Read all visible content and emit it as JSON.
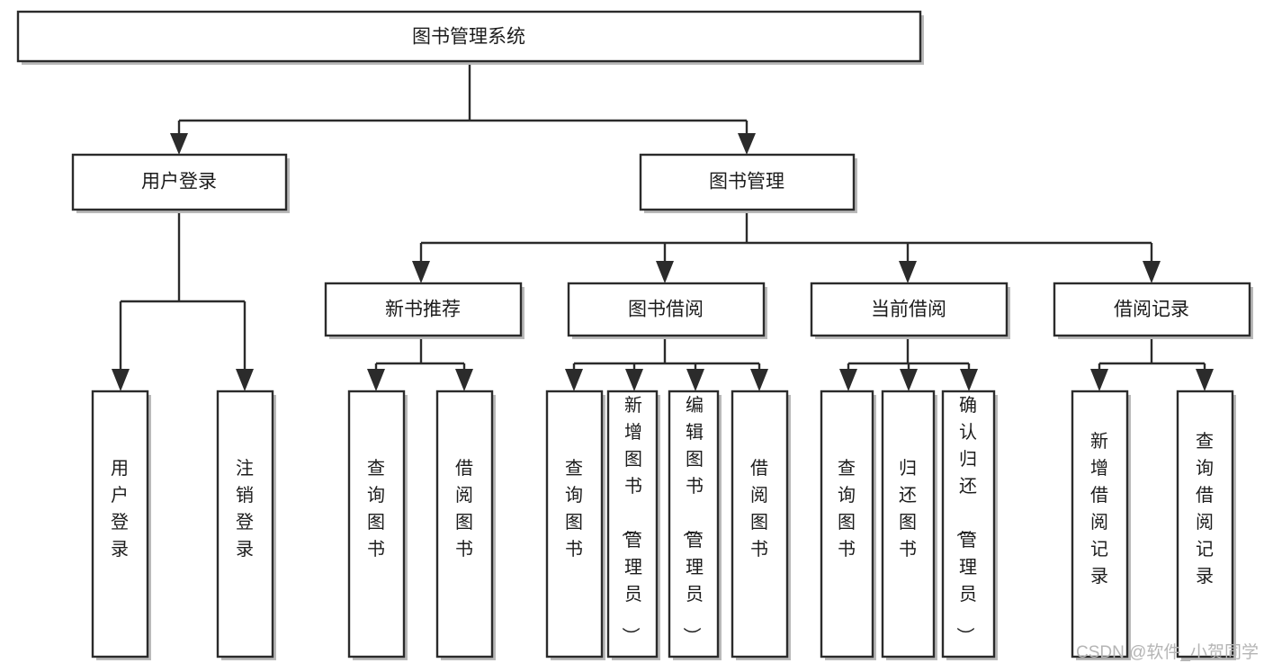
{
  "diagram": {
    "title": "图书管理系统",
    "type": "hierarchy-tree",
    "watermark": "CSDN @软件_小贺同学",
    "colors": {
      "stroke": "#2b2b2b",
      "fill": "#ffffff",
      "text": "#1c1c1c",
      "watermark": "#b5b5b5",
      "background": "#ffffff"
    },
    "levels": {
      "level0": [
        {
          "id": "root",
          "label": "图书管理系统",
          "orientation": "horizontal"
        }
      ],
      "level1": [
        {
          "id": "login",
          "label": "用户登录",
          "orientation": "horizontal"
        },
        {
          "id": "bookmgmt",
          "label": "图书管理",
          "orientation": "horizontal"
        }
      ],
      "level2": [
        {
          "id": "newbook",
          "label": "新书推荐",
          "orientation": "horizontal"
        },
        {
          "id": "borrow",
          "label": "图书借阅",
          "orientation": "horizontal"
        },
        {
          "id": "current",
          "label": "当前借阅",
          "orientation": "horizontal"
        },
        {
          "id": "records",
          "label": "借阅记录",
          "orientation": "horizontal"
        }
      ],
      "level3": [
        {
          "id": "leaf-user-login",
          "label": "用户登录",
          "orientation": "vertical",
          "parent": "login"
        },
        {
          "id": "leaf-user-logout",
          "label": "注销登录",
          "orientation": "vertical",
          "parent": "login"
        },
        {
          "id": "leaf-query-book-1",
          "label": "查询图书",
          "orientation": "vertical",
          "parent": "newbook"
        },
        {
          "id": "leaf-borrow-book-1",
          "label": "借阅图书",
          "orientation": "vertical",
          "parent": "newbook"
        },
        {
          "id": "leaf-query-book-2",
          "label": "查询图书",
          "orientation": "vertical",
          "parent": "borrow"
        },
        {
          "id": "leaf-add-book",
          "label": "新增图书（管理员）",
          "orientation": "vertical",
          "parent": "borrow"
        },
        {
          "id": "leaf-edit-book",
          "label": "编辑图书（管理员）",
          "orientation": "vertical",
          "parent": "borrow"
        },
        {
          "id": "leaf-borrow-book-2",
          "label": "借阅图书",
          "orientation": "vertical",
          "parent": "borrow"
        },
        {
          "id": "leaf-query-book-3",
          "label": "查询图书",
          "orientation": "vertical",
          "parent": "current"
        },
        {
          "id": "leaf-return-book",
          "label": "归还图书",
          "orientation": "vertical",
          "parent": "current"
        },
        {
          "id": "leaf-confirm-return",
          "label": "确认归还（管理员）",
          "orientation": "vertical",
          "parent": "current"
        },
        {
          "id": "leaf-add-record",
          "label": "新增借阅记录",
          "orientation": "vertical",
          "parent": "records"
        },
        {
          "id": "leaf-query-record",
          "label": "查询借阅记录",
          "orientation": "vertical",
          "parent": "records"
        }
      ]
    }
  }
}
